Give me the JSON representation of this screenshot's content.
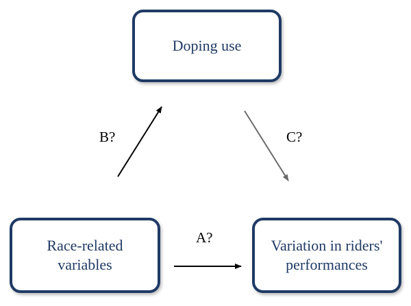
{
  "nodes": {
    "doping": {
      "label": "Doping use"
    },
    "race": {
      "label": "Race-related\nvariables"
    },
    "variation": {
      "label": "Variation in riders'\nperformances"
    }
  },
  "edges": {
    "a": {
      "label": "A?",
      "color": "#000000"
    },
    "b": {
      "label": "B?",
      "color": "#000000"
    },
    "c": {
      "label": "C?",
      "color": "#6b6b6b"
    }
  },
  "colors": {
    "box_border": "#1f3a64",
    "box_text": "#1f3a64"
  }
}
